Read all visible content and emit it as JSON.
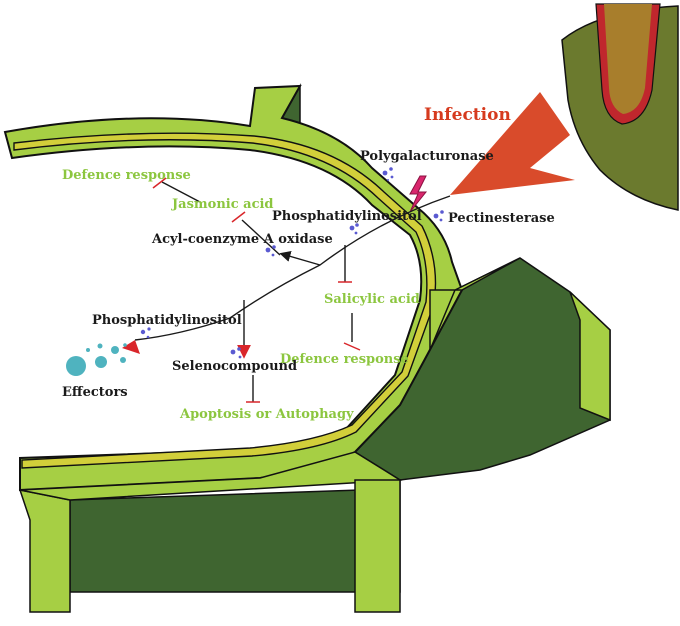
{
  "title": "Infection",
  "colors": {
    "cell_wall_light": "#a6cf44",
    "cell_wall_dark": "#3f6530",
    "membrane": "#c9c93a",
    "infection": "#d94b2b",
    "root_outer": "#6b7a2e",
    "root_inner": "#a87e2c",
    "root_stele": "#c0272d",
    "label_green": "#8cc63f",
    "label_dark": "#1a1a1a",
    "inhibit": "#d9262b",
    "arrow": "#1a1a1a",
    "molecule": "#5a5ad1",
    "effector": "#4fb3bf"
  },
  "labels": {
    "infection": "Infection",
    "polygalacturonase": "Polygalacturonase",
    "pectinesterase": "Pectinesterase",
    "phosphatidylinositol_top": "Phosphatidylinositol",
    "acyl_coa_oxidase": "Acyl-coenzyme A oxidase",
    "jasmonic_acid": "Jasmonic acid",
    "defence_response_top": "Defence response",
    "salicylic_acid": "Salicylic acid",
    "defence_response_mid": "Defence response",
    "phosphatidylinositol_left": "Phosphatidylinositol",
    "effectors": "Effectors",
    "selenocompound": "Selenocompound",
    "apoptosis": "Apoptosis or Autophagy"
  },
  "icons": [
    "lightning-icon",
    "molecule-cluster-icon",
    "effector-cluster-icon",
    "infection-arrow-icon",
    "root-tip-icon"
  ]
}
